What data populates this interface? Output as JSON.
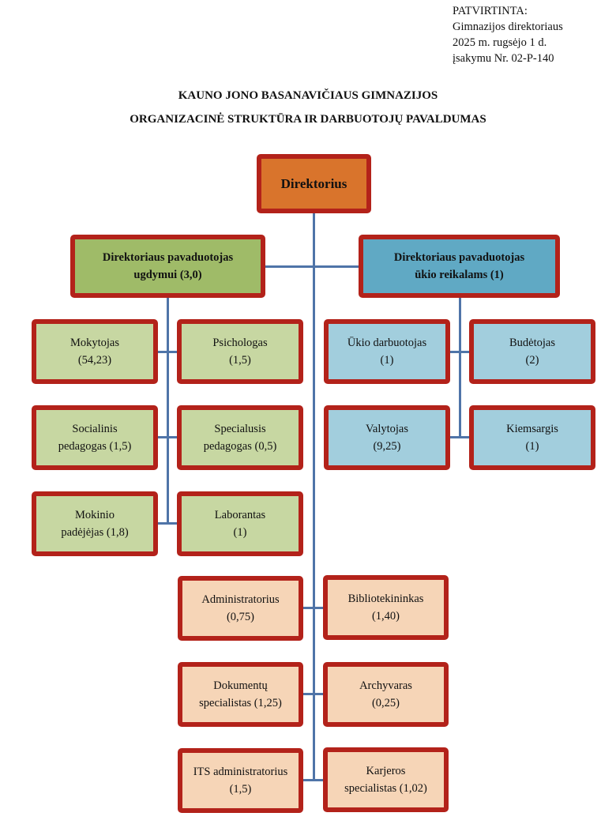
{
  "approval": {
    "lines": [
      "PATVIRTINTA:",
      "Gimnazijos direktoriaus",
      "2025 m. rugsėjo 1 d.",
      "įsakymu Nr. 02-P-140"
    ]
  },
  "title": {
    "line1": "KAUNO JONO BASANAVIČIAUS GIMNAZIJOS",
    "line2": "ORGANIZACINĖ STRUKTŪRA IR DARBUOTOJŲ PAVALDUMAS"
  },
  "colors": {
    "border": "#b3221a",
    "connector": "#4f74a8",
    "director": "#d9742c",
    "education_deputy": "#9fbb68",
    "education_staff": "#c7d7a2",
    "economic_deputy": "#60a9c4",
    "economic_staff": "#a2cedd",
    "director_staff": "#f6d5b7"
  },
  "director": {
    "label": "Direktorius"
  },
  "deputies": {
    "education": {
      "line1": "Direktoriaus pavaduotojas",
      "line2": "ugdymui (3,0)"
    },
    "economic": {
      "line1": "Direktoriaus pavaduotojas",
      "line2": "ūkio reikalams (1)"
    }
  },
  "education_staff": [
    {
      "line1": "Mokytojas",
      "line2": "(54,23)"
    },
    {
      "line1": "Psichologas",
      "line2": "(1,5)"
    },
    {
      "line1": "Socialinis",
      "line2": "pedagogas (1,5)"
    },
    {
      "line1": "Specialusis",
      "line2": "pedagogas (0,5)"
    },
    {
      "line1": "Mokinio",
      "line2": "padėjėjas (1,8)"
    },
    {
      "line1": "Laborantas",
      "line2": "(1)"
    }
  ],
  "economic_staff": [
    {
      "line1": "Ūkio darbuotojas",
      "line2": "(1)"
    },
    {
      "line1": "Budėtojas",
      "line2": "(2)"
    },
    {
      "line1": "Valytojas",
      "line2": "(9,25)"
    },
    {
      "line1": "Kiemsargis",
      "line2": "(1)"
    }
  ],
  "director_staff": [
    {
      "line1": "Administratorius",
      "line2": "(0,75)"
    },
    {
      "line1": "Bibliotekininkas",
      "line2": "(1,40)"
    },
    {
      "line1": "Dokumentų",
      "line2": "specialistas (1,25)"
    },
    {
      "line1": "Archyvaras",
      "line2": "(0,25)"
    },
    {
      "line1": "ITS administratorius",
      "line2": "(1,5)"
    },
    {
      "line1": "Karjeros",
      "line2": "specialistas (1,02)"
    }
  ]
}
